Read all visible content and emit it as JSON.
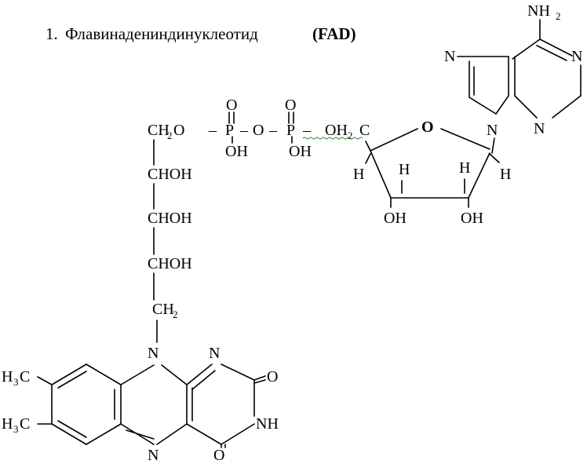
{
  "title": {
    "number": "1.",
    "name": "Флавинадениндинуклеотид",
    "abbr": "(FAD)"
  },
  "labels": {
    "nh": "NH",
    "n": "N",
    "o": "O",
    "h": "H",
    "oh": "OH",
    "p": "P",
    "c": "C",
    "ch": "CH",
    "chohRow": "CHOH",
    "h3": "H",
    "ch3c": "C",
    "two": "2",
    "three": "3",
    "minus": "–"
  },
  "palette": {
    "ink": "#000000",
    "spellcheck": "#3a8a3a",
    "background": "#ffffff"
  }
}
